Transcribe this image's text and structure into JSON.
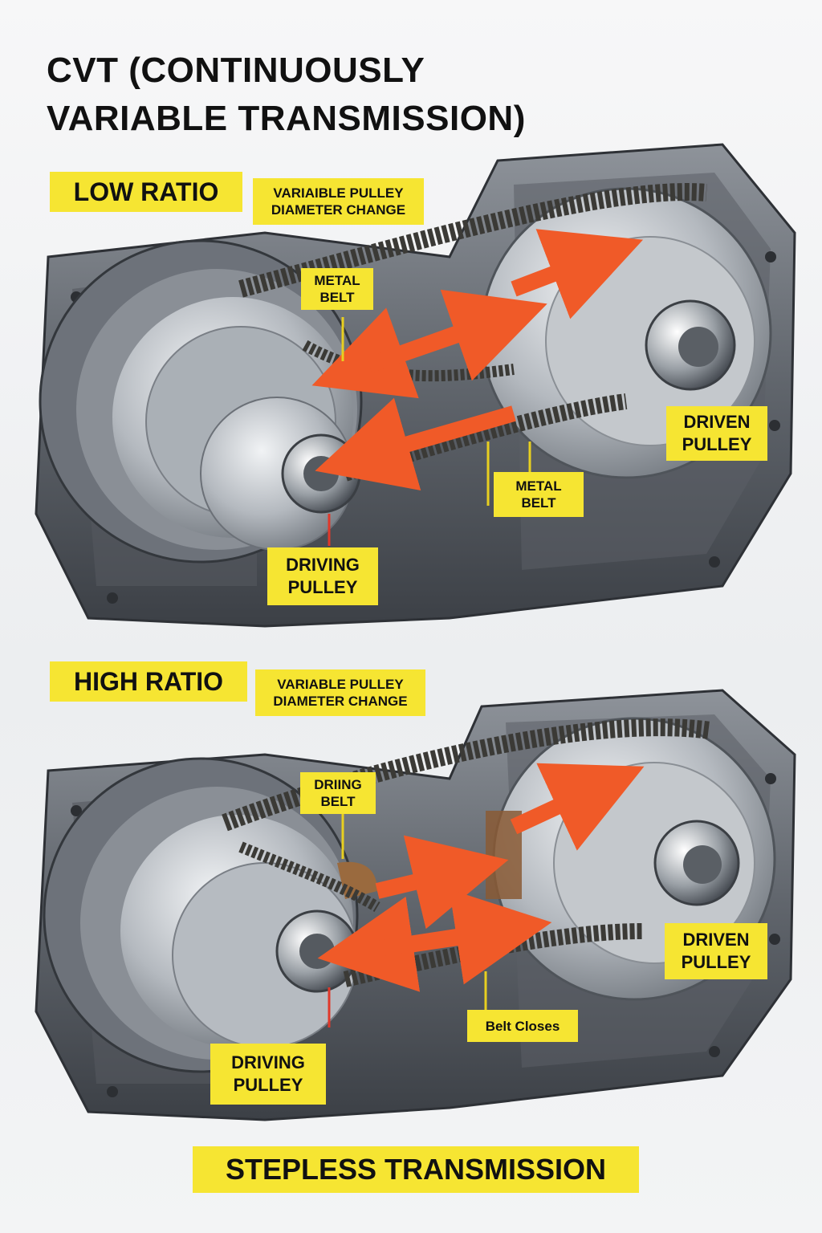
{
  "title": {
    "line1": "CVT (CONTINUOUSLY",
    "line2": "VARIABLE TRANSMISSION)"
  },
  "low_ratio": {
    "heading": "LOW RATIO",
    "variable_pulley": {
      "line1": "VARIAIBLE PULLEY",
      "line2": "DIAMETER CHANGE"
    },
    "metal_belt_top": {
      "line1": "METAL",
      "line2": "BELT"
    },
    "metal_belt_bottom": {
      "line1": "METAL",
      "line2": "BELT"
    },
    "driven_pulley": {
      "line1": "DRIVEN",
      "line2": "PULLEY"
    },
    "driving_pulley": {
      "line1": "DRIVING",
      "line2": "PULLEY"
    }
  },
  "high_ratio": {
    "heading": "HIGH RATIO",
    "variable_pulley": {
      "line1": "VARIABLE PULLEY",
      "line2": "DIAMETER CHANGE"
    },
    "belt_label": {
      "line1": "DRIING",
      "line2": "BELT"
    },
    "driven_pulley": {
      "line1": "DRIVEN",
      "line2": "PULLEY"
    },
    "driving_pulley": {
      "line1": "DRIVING",
      "line2": "PULLEY"
    },
    "belt_closes": "Belt Closes"
  },
  "footer": "STEPLESS TRANSMISSION",
  "colors": {
    "label_yellow": "#f6e532",
    "arrow_orange": "#f05a28",
    "metal_dark": "#4a4e55",
    "metal_light": "#c9cdd2"
  }
}
